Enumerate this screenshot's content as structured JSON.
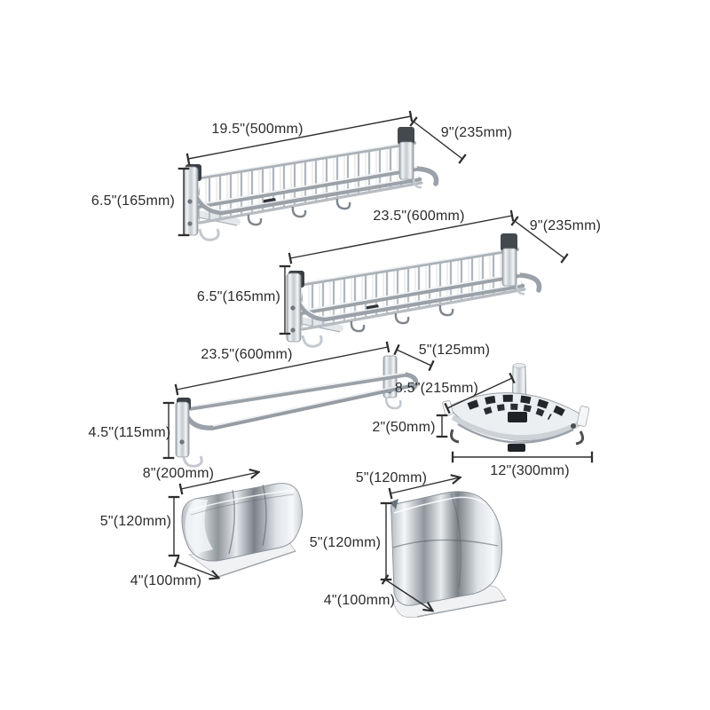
{
  "figure": "bathroom-hardware-set-dimension-diagram",
  "colors": {
    "background": "#ffffff",
    "dimension_line": "#2e2e2e",
    "label_text": "#2b2b2b",
    "chrome_light": "#f4f6f8",
    "chrome_mid": "#c3c9cf",
    "chrome_dark": "#8f969d"
  },
  "items": {
    "shelf_500": {
      "width": "19.5\"(500mm)",
      "depth": "9\"(235mm)",
      "height": "6.5\"(165mm)"
    },
    "shelf_600": {
      "width": "23.5\"(600mm)",
      "depth": "9\"(235mm)",
      "height": "6.5\"(165mm)"
    },
    "towel_bar": {
      "width": "23.5\"(600mm)",
      "depth": "5\"(125mm)",
      "height": "4.5\"(115mm)"
    },
    "corner_basket": {
      "depth": "8.5\"(215mm)",
      "height": "2\"(50mm)",
      "width": "12\"(300mm)"
    },
    "paper_holder_wide": {
      "width": "8\"(200mm)",
      "height": "5\"(120mm)",
      "depth": "4\"(100mm)"
    },
    "paper_holder_square": {
      "width": "5\"(120mm)",
      "height": "5\"(120mm)",
      "depth": "4\"(100mm)"
    }
  }
}
